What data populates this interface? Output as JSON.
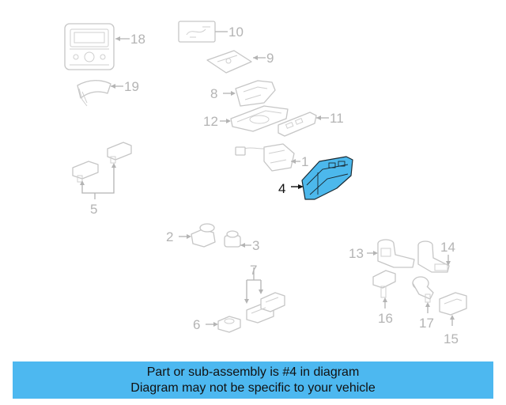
{
  "diagram": {
    "callouts": [
      "18",
      "10",
      "9",
      "19",
      "8",
      "12",
      "11",
      "1",
      "4",
      "5",
      "2",
      "3",
      "7",
      "6",
      "13",
      "14",
      "16",
      "17",
      "15"
    ],
    "highlighted": "4",
    "highlight_color": "#4cb8ec"
  },
  "banner": {
    "line1": "Part or sub-assembly is #4 in diagram",
    "line2": "Diagram may not be specific to your vehicle",
    "color": "#4db8f0"
  }
}
